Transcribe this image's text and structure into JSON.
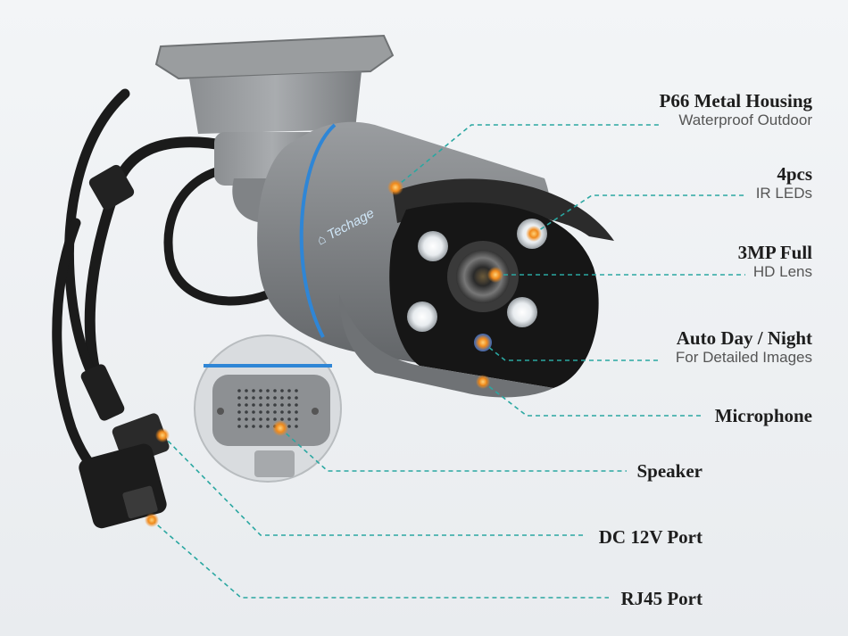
{
  "brand": {
    "name": "Techage"
  },
  "callouts": [
    {
      "id": "housing",
      "title": "P66 Metal Housing",
      "subtitle": "Waterproof Outdoor"
    },
    {
      "id": "ir",
      "title": "4pcs",
      "subtitle": "IR LEDs"
    },
    {
      "id": "lens",
      "title": "3MP Full",
      "subtitle": "HD Lens"
    },
    {
      "id": "daynight",
      "title": "Auto Day / Night",
      "subtitle": "For Detailed Images"
    },
    {
      "id": "mic",
      "title": "Microphone"
    },
    {
      "id": "speaker",
      "title": "Speaker"
    },
    {
      "id": "dc",
      "title": "DC 12V Port"
    },
    {
      "id": "rj45",
      "title": "RJ45 Port"
    }
  ],
  "colors": {
    "leader_line": "#2aa7a1",
    "marker": "#f08a1c",
    "body": "#7b7e81",
    "accent_ring": "#2f86d6"
  }
}
